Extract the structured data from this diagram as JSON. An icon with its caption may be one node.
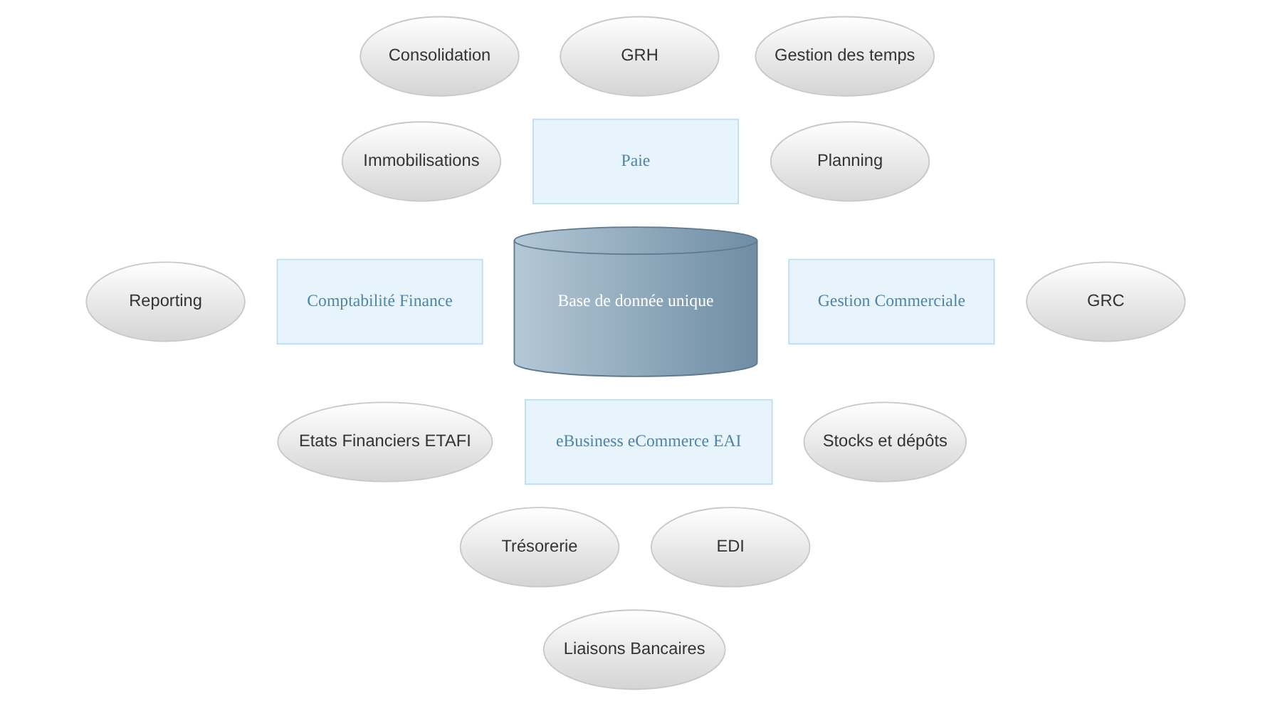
{
  "diagram": {
    "nodes": [
      {
        "text": [
          "Consolidation"
        ]
      },
      {
        "text": [
          "GRH"
        ]
      },
      {
        "text": [
          "Gestion des temps"
        ]
      },
      {
        "text": [
          "Immobilisations"
        ]
      },
      {
        "text": [
          "Paie"
        ]
      },
      {
        "text": [
          "Planning"
        ]
      },
      {
        "text": [
          "Reporting"
        ]
      },
      {
        "text": [
          "Comptabilité Finance"
        ]
      },
      {
        "text": [
          "Base de donnée unique"
        ]
      },
      {
        "text": [
          "Gestion Commerciale"
        ]
      },
      {
        "text": [
          "GRC"
        ]
      },
      {
        "text": [
          "Etats Financiers ETAFI"
        ]
      },
      {
        "text": [
          "eBusiness eCommerce EAI"
        ]
      },
      {
        "text": [
          "Stocks et dépôts"
        ]
      },
      {
        "text": [
          "Trésorerie"
        ]
      },
      {
        "text": [
          "EDI"
        ]
      },
      {
        "text": [
          "Liaisons Bancaires"
        ]
      }
    ],
    "edges": []
  }
}
